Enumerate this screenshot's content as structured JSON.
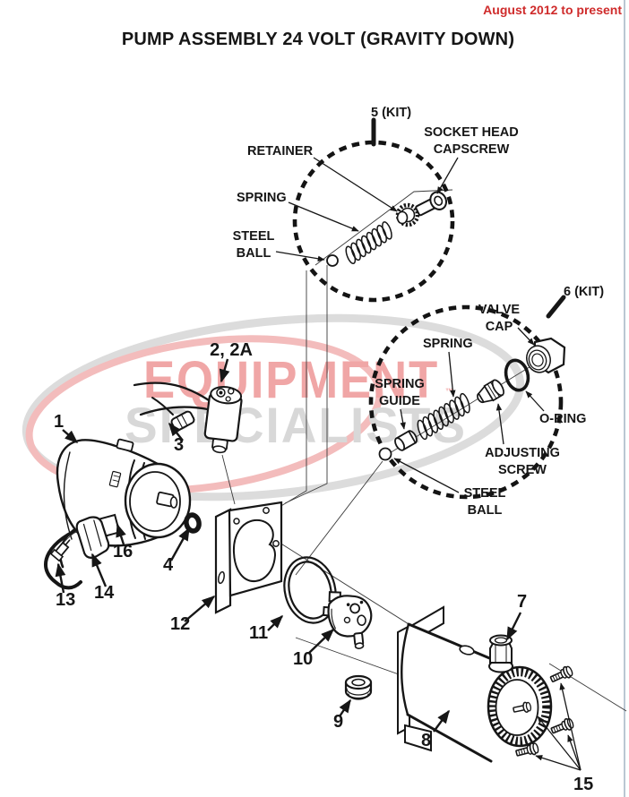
{
  "page": {
    "edition_note": "August 2012 to present",
    "title": "PUMP ASSEMBLY 24 VOLT (GRAVITY DOWN)",
    "colors": {
      "red_text": "#cf2b2b",
      "line": "#161616",
      "watermark_red": "#f0a6a6",
      "watermark_gray": "#d8d8d8",
      "right_border": "#bac7d3"
    }
  },
  "watermark": {
    "line1": "EQUIPMENT",
    "trademark": "™",
    "line2": "SPECIALISTS"
  },
  "kit5": {
    "title": "5 (KIT)",
    "labels": {
      "retainer": "RETAINER",
      "spring": "SPRING",
      "steel_ball": [
        "STEEL",
        "BALL"
      ],
      "capscrew": [
        "SOCKET HEAD",
        "CAPSCREW"
      ]
    }
  },
  "kit6": {
    "title": "6 (KIT)",
    "labels": {
      "valve_cap": [
        "VALVE",
        "CAP"
      ],
      "spring": "SPRING",
      "spring_guide": [
        "SPRING",
        "GUIDE"
      ],
      "o_ring": "O-RING",
      "adjusting_screw": [
        "ADJUSTING",
        "SCREW"
      ],
      "steel_ball": [
        "STEEL",
        "BALL"
      ]
    }
  },
  "callouts": {
    "c1": "1",
    "c2": "2, 2A",
    "c3": "3",
    "c4": "4",
    "c7": "7",
    "c8": "8",
    "c9": "9",
    "c10": "10",
    "c11": "11",
    "c12": "12",
    "c13": "13",
    "c14": "14",
    "c15": "15",
    "c16": "16"
  }
}
